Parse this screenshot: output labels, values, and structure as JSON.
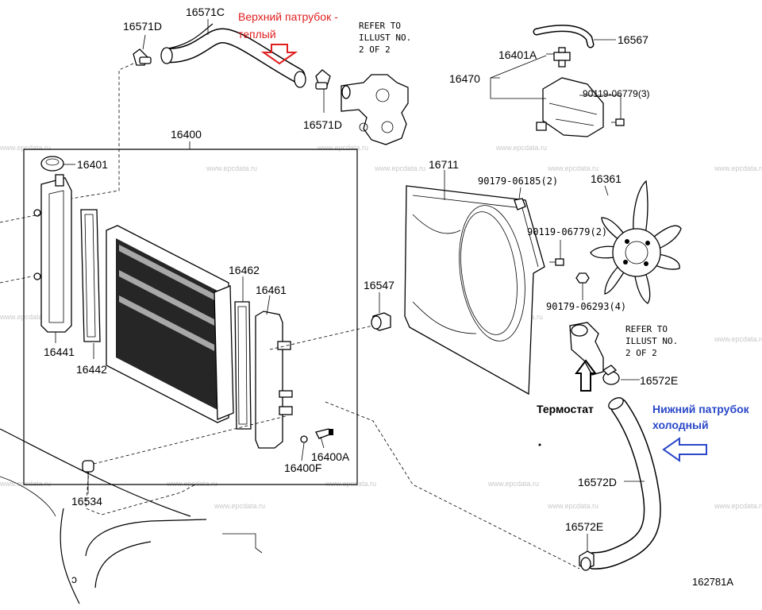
{
  "parts": {
    "p16571C": "16571C",
    "p16571D_top": "16571D",
    "p16571D_mid": "16571D",
    "p16400": "16400",
    "p16401": "16401",
    "p16441": "16441",
    "p16442": "16442",
    "p16462": "16462",
    "p16461": "16461",
    "p16547": "16547",
    "p16534": "16534",
    "p16400A": "16400A",
    "p16400F": "16400F",
    "p16567": "16567",
    "p16401A": "16401A",
    "p16470": "16470",
    "p90119_06779_top": "90119-06779(3)",
    "p16711": "16711",
    "p90179_06185": "90179-06185(2)",
    "p16361": "16361",
    "p90119_06779_mid": "90119-06779(2)",
    "p90179_06293": "90179-06293(4)",
    "p16572E_top": "16572E",
    "p16572D": "16572D",
    "p16572E_bot": "16572E"
  },
  "notes": {
    "refer_top": [
      "REFER TO",
      "ILLUST NO.",
      "2 OF 2"
    ],
    "refer_mid": [
      "REFER TO",
      "ILLUST NO.",
      "2 OF 2"
    ]
  },
  "annotations": {
    "upper_hose": [
      "Верхний патрубок -",
      "теплый"
    ],
    "thermostat": "Термостат",
    "lower_hose": [
      "Нижний патрубок",
      "холодный"
    ]
  },
  "colors": {
    "red_note": "#e02020",
    "blue_note": "#2a48c8",
    "watermark": "#c8c8c8"
  },
  "watermark": "www.epcdata.ru",
  "figure_id": "162781A",
  "corner_mark": "ɔ"
}
